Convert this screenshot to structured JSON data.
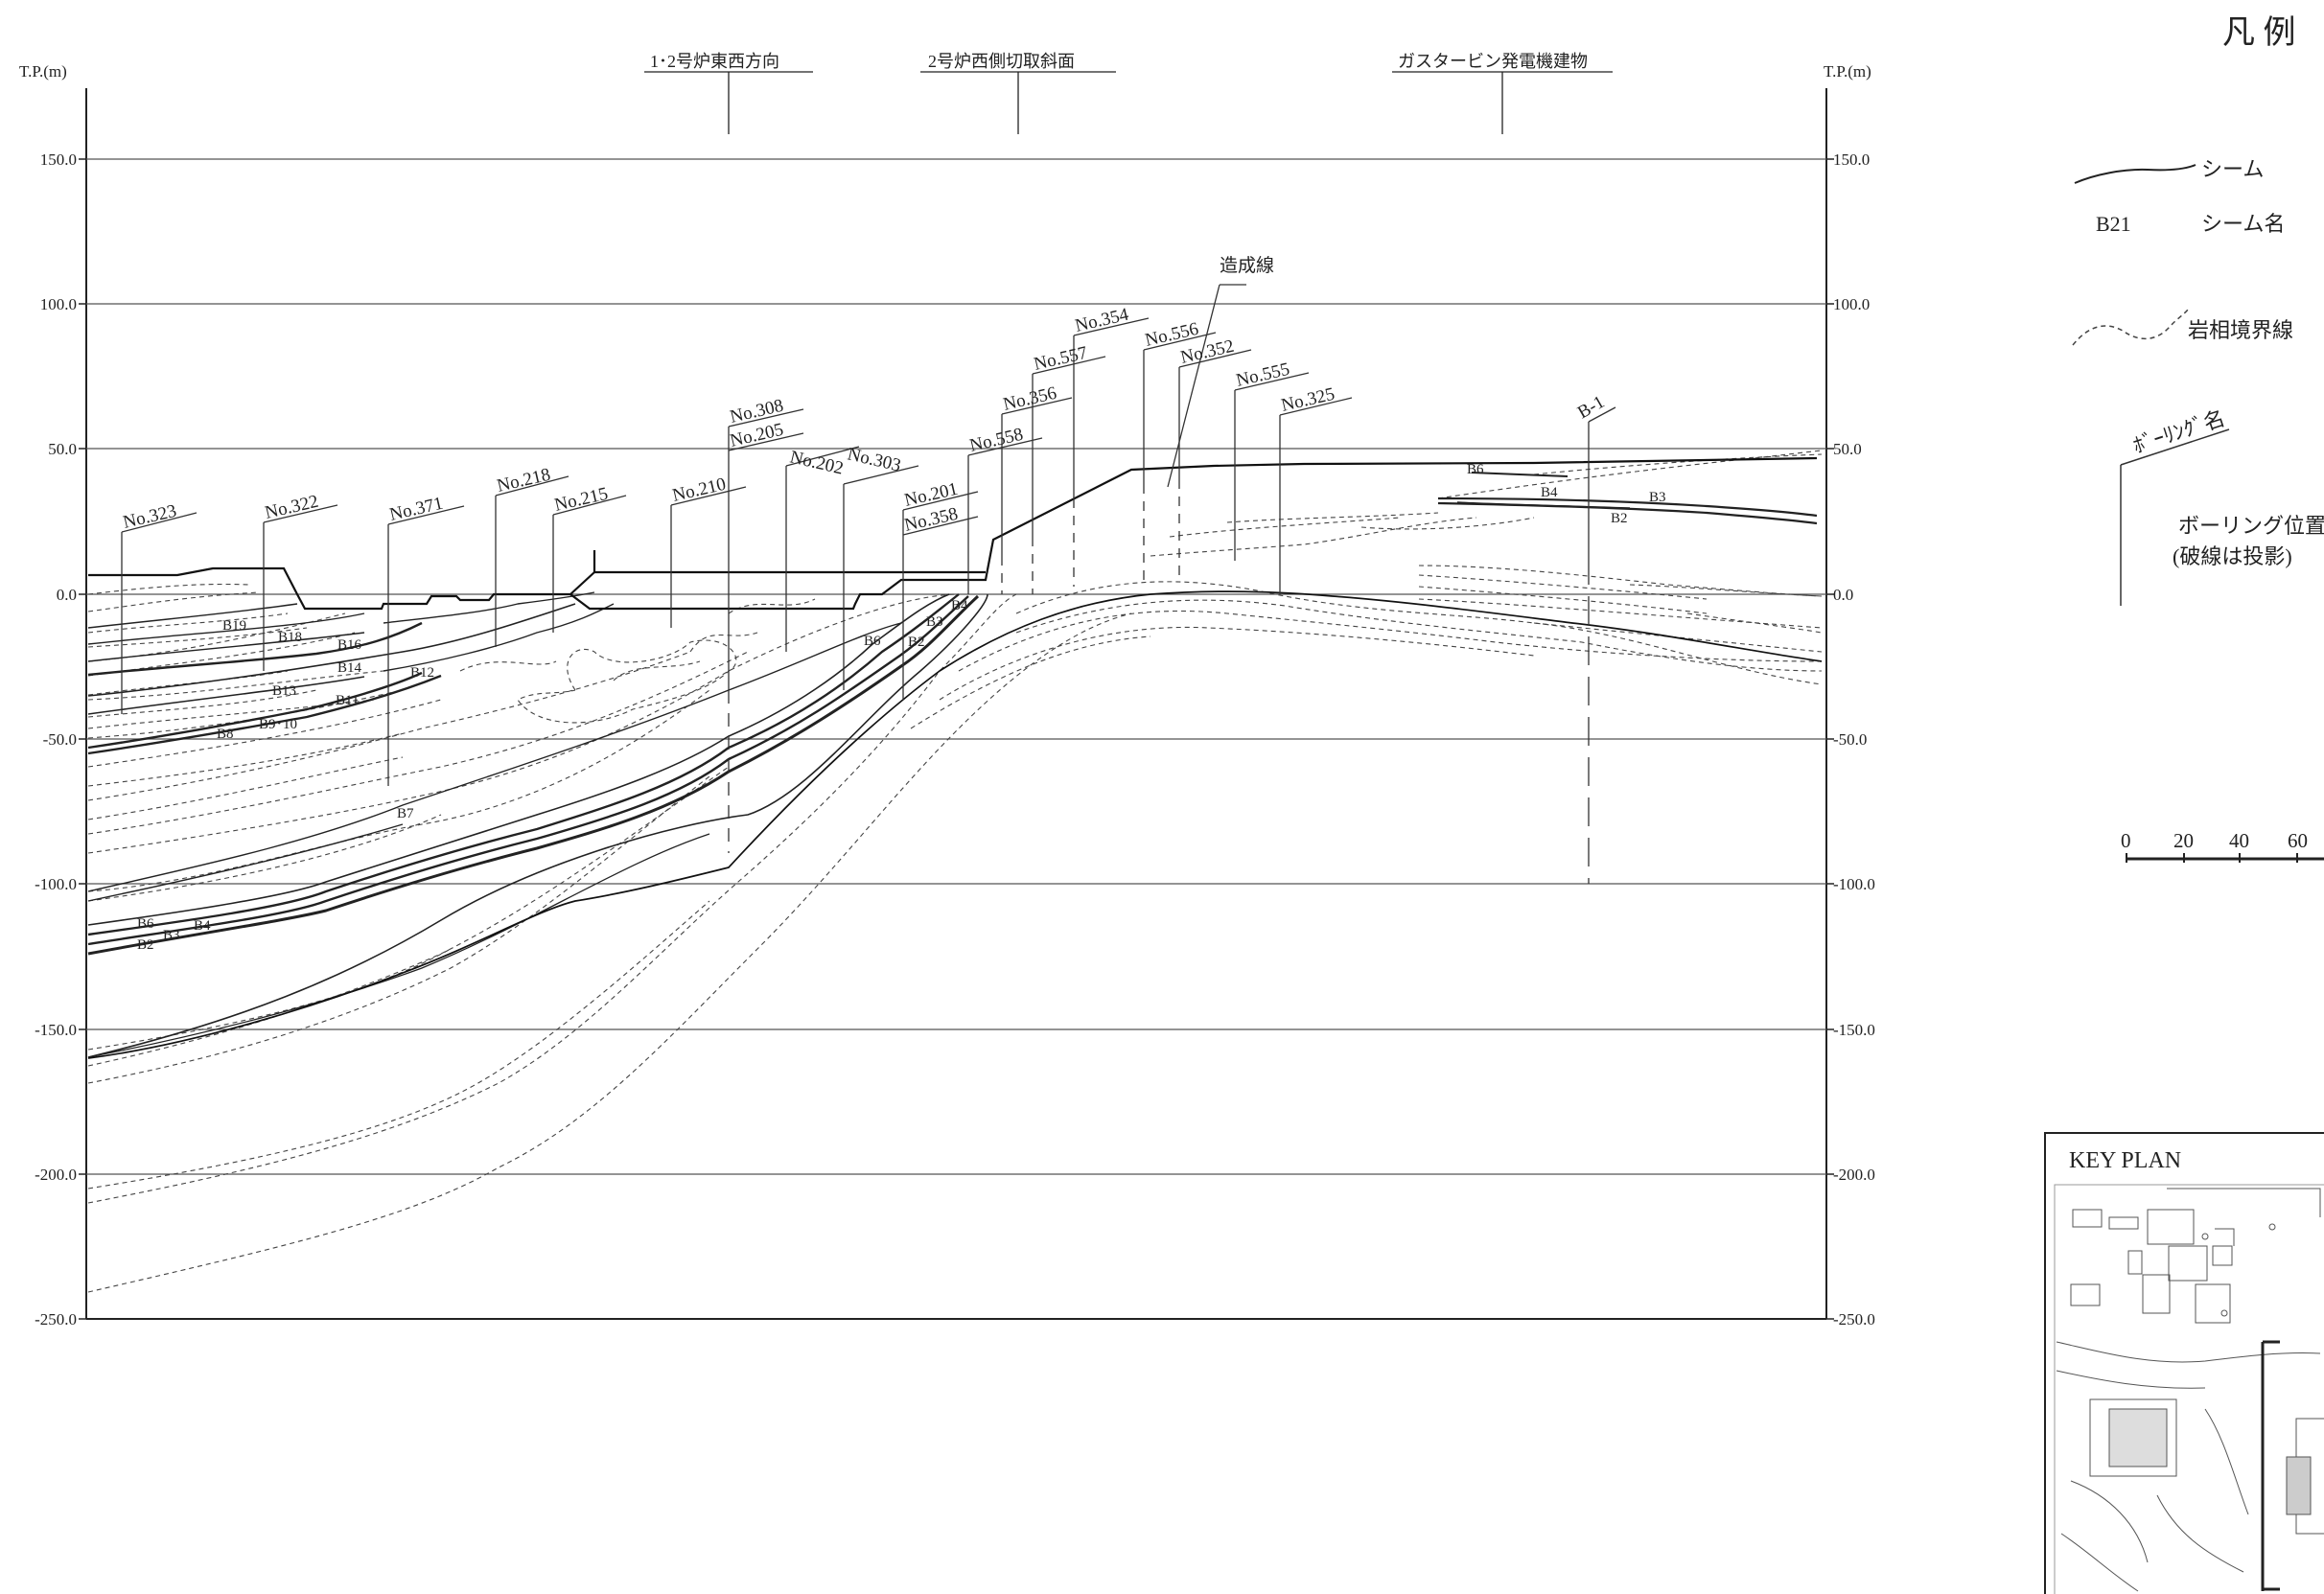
{
  "axis": {
    "unit_label": "T.P.(m)",
    "ticks": [
      "150.0",
      "100.0",
      "50.0",
      "0.0",
      "-50.0",
      "-100.0",
      "-150.0",
      "-200.0",
      "-250.0"
    ]
  },
  "top_labels": [
    "1･2号炉東西方向",
    "2号炉西側切取斜面",
    "ガスタービン発電機建物"
  ],
  "annotation": "造成線",
  "boreholes": [
    "No.323",
    "No.322",
    "No.371",
    "No.218",
    "No.215",
    "No.210",
    "No.308",
    "No.205",
    "No.202",
    "No.303",
    "No.201",
    "No.358",
    "No.558",
    "No.356",
    "No.557",
    "No.354",
    "No.556",
    "No.352",
    "No.555",
    "No.325",
    "B-1"
  ],
  "seams": [
    "B19",
    "B18",
    "B16",
    "B14",
    "B12",
    "B13",
    "B11",
    "B8",
    "B9･10",
    "B7",
    "B6",
    "B3",
    "B4",
    "B2",
    "B6",
    "B2",
    "B3",
    "B4",
    "B6",
    "B4",
    "B3",
    "B2"
  ],
  "legend": {
    "title": "凡 例",
    "seam": "シーム",
    "seam_name_code": "B21",
    "seam_name": "シーム名",
    "boundary": "岩相境界線",
    "boring_name": "ﾎﾞｰﾘﾝｸﾞ名",
    "boring_pos": "ボーリング位置",
    "boring_proj": "(破線は投影)"
  },
  "scale_ticks": [
    "0",
    "20",
    "40",
    "60"
  ],
  "key_plan": "KEY PLAN"
}
